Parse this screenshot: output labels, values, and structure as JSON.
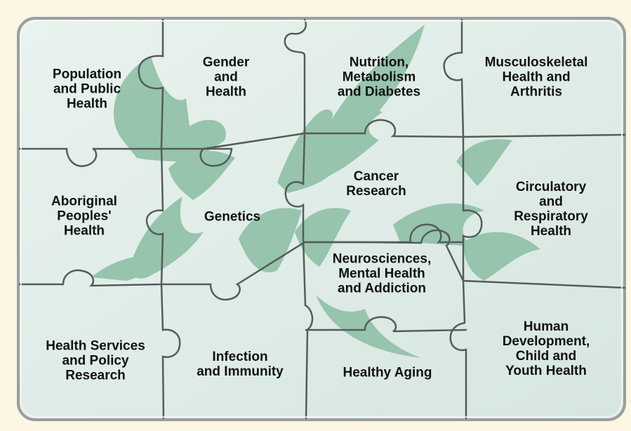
{
  "colors": {
    "background": "#fdf6e3",
    "tile_fill": "#d6e6e0",
    "tile_highlight": "#e9f2ee",
    "leaf": "#8fc0a6",
    "seam": "#555c5a",
    "frame": "#9a9e9d",
    "text": "#111111"
  },
  "puzzle": {
    "pieces": [
      {
        "id": "population",
        "label": "Population\nand Public\nHealth"
      },
      {
        "id": "gender",
        "label": "Gender\nand\nHealth"
      },
      {
        "id": "nutrition",
        "label": "Nutrition,\nMetabolism\nand Diabetes"
      },
      {
        "id": "musculoskeletal",
        "label": "Musculoskeletal\nHealth and\nArthritis"
      },
      {
        "id": "aboriginal",
        "label": "Aboriginal\nPeoples'\nHealth"
      },
      {
        "id": "genetics",
        "label": "Genetics"
      },
      {
        "id": "cancer",
        "label": "Cancer\nResearch"
      },
      {
        "id": "circulatory",
        "label": "Circulatory\nand\nRespiratory\nHealth"
      },
      {
        "id": "neurosciences",
        "label": "Neurosciences,\nMental Health\nand Addiction"
      },
      {
        "id": "health-services",
        "label": "Health Services\nand Policy\nResearch"
      },
      {
        "id": "infection",
        "label": "Infection\nand Immunity"
      },
      {
        "id": "healthy-aging",
        "label": "Healthy Aging"
      },
      {
        "id": "human-development",
        "label": "Human\nDevelopment,\nChild and\nYouth Health"
      }
    ]
  }
}
